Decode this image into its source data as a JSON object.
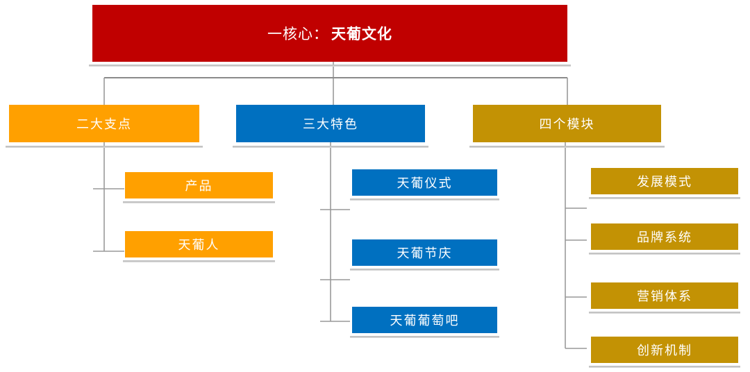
{
  "diagram": {
    "core": {
      "label_prefix": "一核心：",
      "label_emphasis": "天葡文化",
      "color": "#C00000"
    },
    "branches": [
      {
        "label": "二大支点",
        "color": "#FFA000",
        "children": [
          {
            "label": "产品"
          },
          {
            "label": "天葡人"
          }
        ]
      },
      {
        "label": "三大特色",
        "color": "#0070C0",
        "children": [
          {
            "label": "天葡仪式"
          },
          {
            "label": "天葡节庆"
          },
          {
            "label": "天葡葡萄吧"
          }
        ]
      },
      {
        "label": "四个模块",
        "color": "#C39204",
        "children": [
          {
            "label": "发展模式"
          },
          {
            "label": "品牌系统"
          },
          {
            "label": "营销体系"
          },
          {
            "label": "创新机制"
          }
        ]
      }
    ]
  },
  "colors": {
    "connector": "#999999",
    "underline": "#C6C6C6",
    "text_on_fill": "#FFFFFF",
    "background": "#FFFFFF"
  }
}
